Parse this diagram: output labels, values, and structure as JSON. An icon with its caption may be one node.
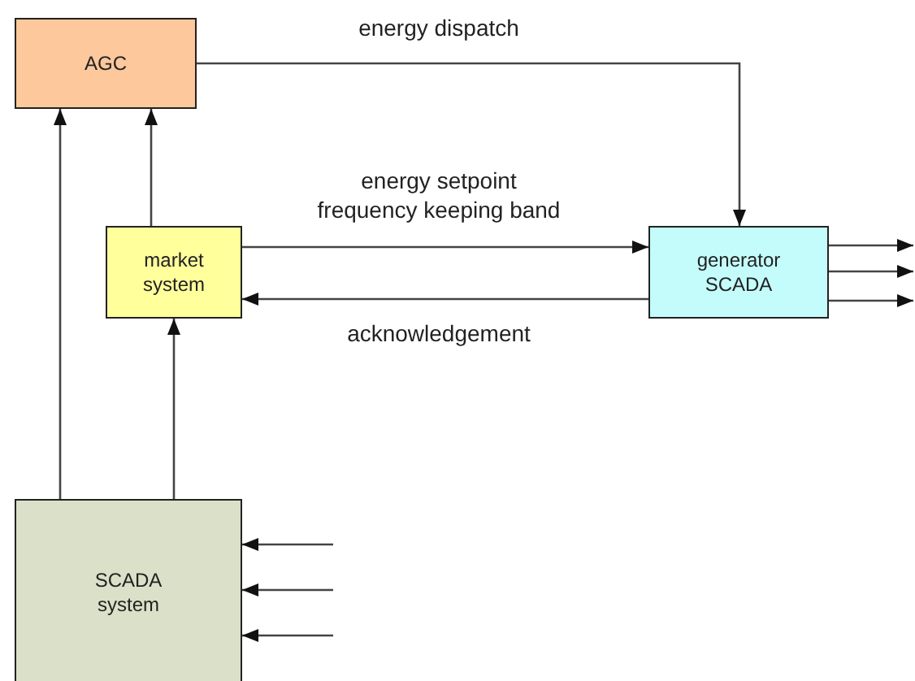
{
  "diagram": {
    "nodes": [
      {
        "text": [
          "AGC"
        ]
      },
      {
        "text": [
          "market system"
        ]
      },
      {
        "text": [
          "generator SCADA"
        ]
      },
      {
        "text": [
          "SCADA system"
        ]
      }
    ],
    "edges": [
      {
        "from": 0,
        "to": 2,
        "arrow": "to",
        "label": "energy dispatch"
      },
      {
        "from": 1,
        "to": 2,
        "arrow": "to",
        "label": "energy setpoint frequency keeping band"
      },
      {
        "from": 2,
        "to": 1,
        "arrow": "to",
        "label": "acknowledgement"
      },
      {
        "from": 1,
        "to": 0,
        "arrow": "to"
      },
      {
        "from": 3,
        "to": 0,
        "arrow": "to"
      },
      {
        "from": 3,
        "to": 1,
        "arrow": "to"
      },
      {
        "from": 2,
        "to": null,
        "arrow": "to"
      },
      {
        "from": 2,
        "to": null,
        "arrow": "to"
      },
      {
        "from": 2,
        "to": null,
        "arrow": "to"
      },
      {
        "from": null,
        "to": 3,
        "arrow": "to"
      },
      {
        "from": null,
        "to": 3,
        "arrow": "to"
      },
      {
        "from": null,
        "to": 3,
        "arrow": "to"
      }
    ]
  }
}
